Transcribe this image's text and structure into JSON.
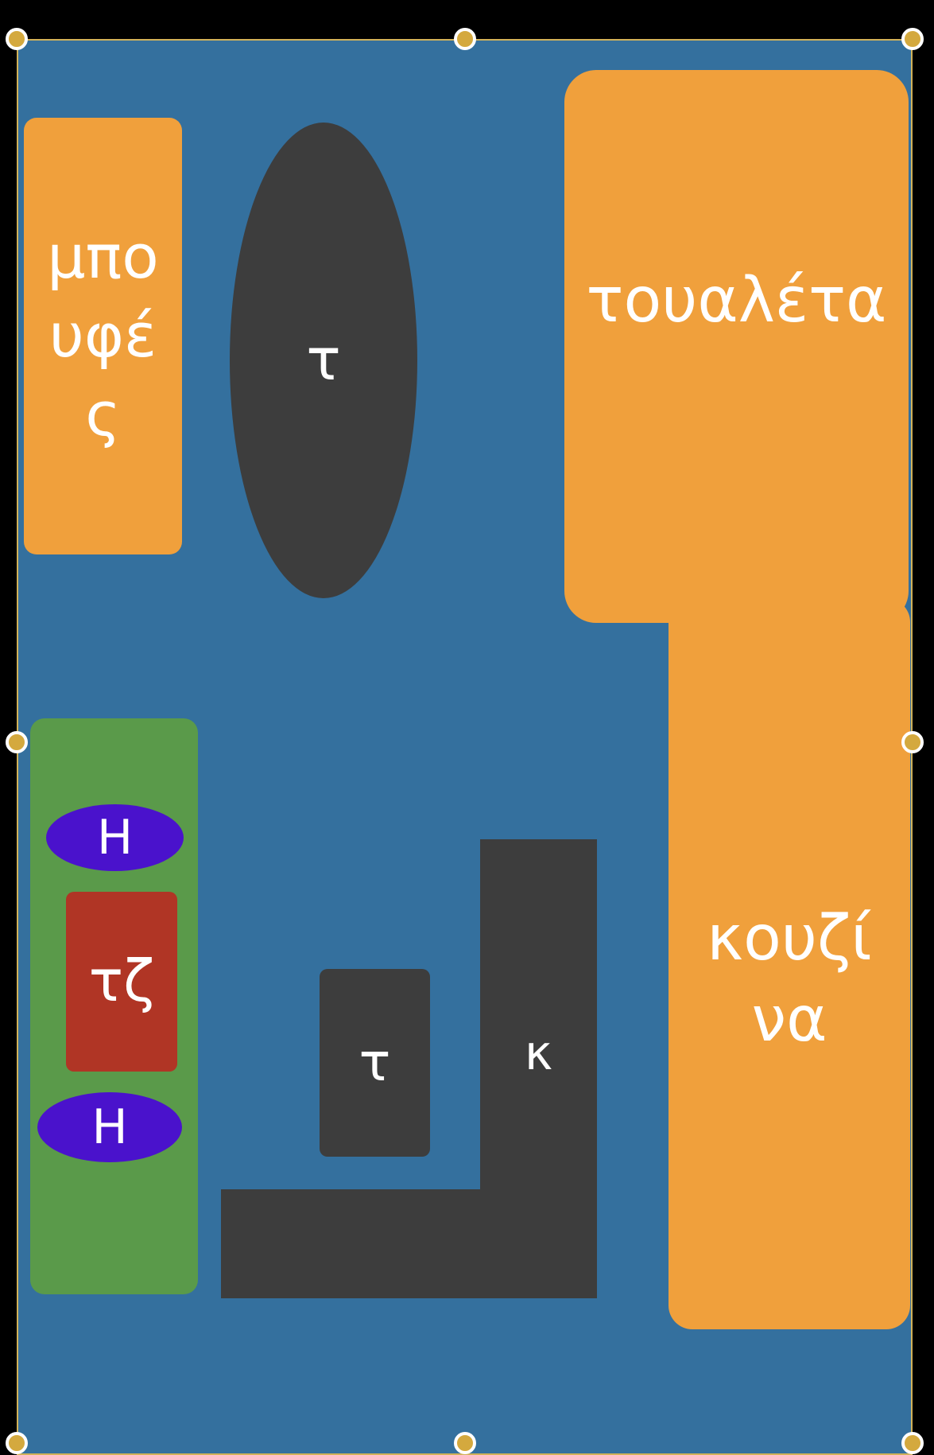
{
  "shapes": {
    "buffet": "μπουφές",
    "table_oval": "τ",
    "toilet": "τουαλέτα",
    "kitchen": "κουζίνα",
    "chair_top": "Η",
    "small_table": "τζ",
    "chair_bottom": "Η",
    "table_small": "τ",
    "counter": "κ"
  },
  "colors": {
    "background": "#34709e",
    "orange": "#f0a03c",
    "dark": "#3d3d3d",
    "green": "#5a9a4a",
    "purple": "#4a12cc",
    "red": "#b03525"
  }
}
